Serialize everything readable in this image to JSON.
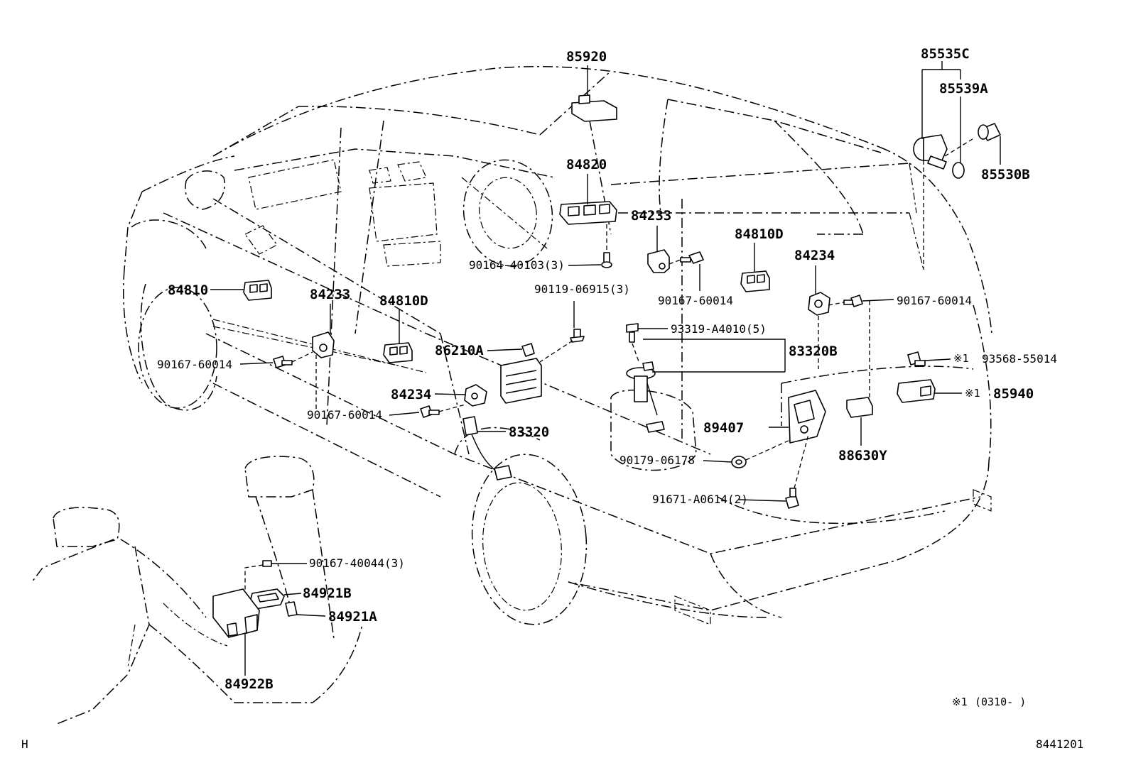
{
  "labels": {
    "p85920": "85920",
    "p84820": "84820",
    "p84233_top": "84233",
    "p84810D_top": "84810D",
    "p84234_right": "84234",
    "p85535C": "85535C",
    "p85539A": "85539A",
    "p85530B": "85530B",
    "p90164": "90164-40103(3)",
    "p90119": "90119-06915(3)",
    "p90167_top": "90167-60014",
    "p90167_right": "90167-60014",
    "p84810": "84810",
    "p84233_left": "84233",
    "p84810D_left": "84810D",
    "p86210A": "86210A",
    "p90167_left": "90167-60014",
    "p84234_left": "84234",
    "p90167_mid": "90167-60014",
    "p83320": "83320",
    "p93319": "93319-A4010(5)",
    "p83320B": "83320B",
    "p93568_mark": "※1",
    "p93568": "93568-55014",
    "p85940_mark": "※1",
    "p85940": "85940",
    "p89407": "89407",
    "p88630Y": "88630Y",
    "p90179": "90179-06178",
    "p91671": "91671-A0614(2)",
    "p90167_40044": "90167-40044(3)",
    "p84921B": "84921B",
    "p84921A": "84921A",
    "p84922B": "84922B"
  },
  "footnote": {
    "mark": "※1",
    "range": "(0310-    )"
  },
  "corner": {
    "left": "H",
    "right": "8441201"
  }
}
